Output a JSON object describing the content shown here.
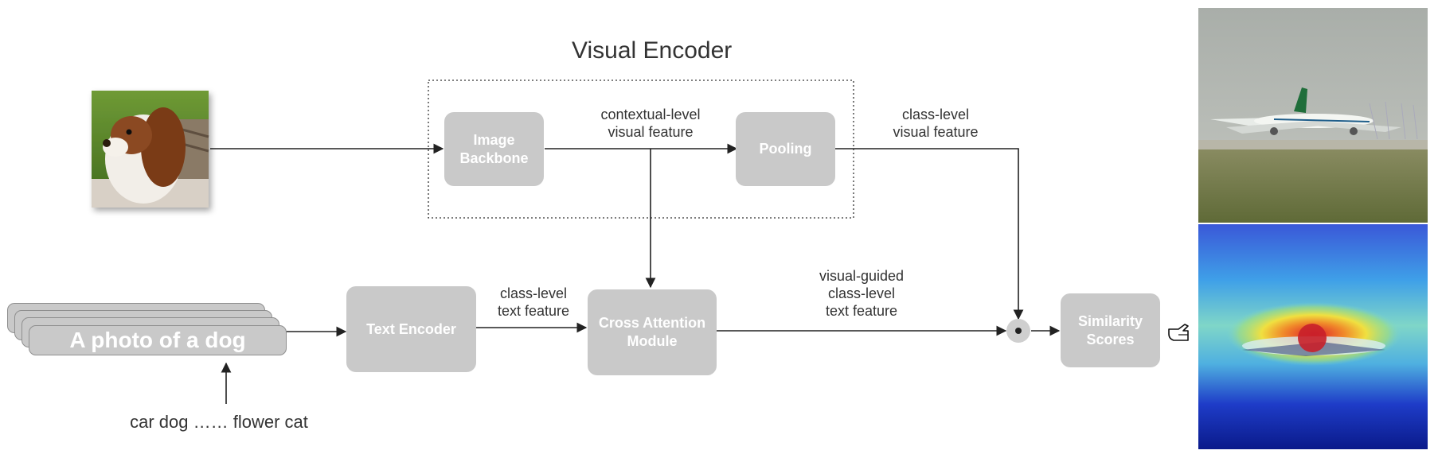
{
  "title": "Visual Encoder",
  "boxes": {
    "image_backbone": "Image\nBackbone",
    "pooling": "Pooling",
    "text_encoder": "Text Encoder",
    "cross_attention": "Cross Attention\nModule",
    "similarity": "Similarity\nScores"
  },
  "labels": {
    "contextual": "contextual-level\nvisual feature",
    "class_visual": "class-level\nvisual feature",
    "class_text": "class-level\ntext feature",
    "visual_guided": "visual-guided\nclass-level\ntext feature",
    "classes_list": "car dog …… flower cat"
  },
  "prompt_text": "A photo of a dog",
  "pointer_icon": "pointing-hand-icon",
  "images": {
    "input": "dog-photo",
    "right_top": "airplane-photo",
    "right_bottom": "airplane-heatmap"
  }
}
